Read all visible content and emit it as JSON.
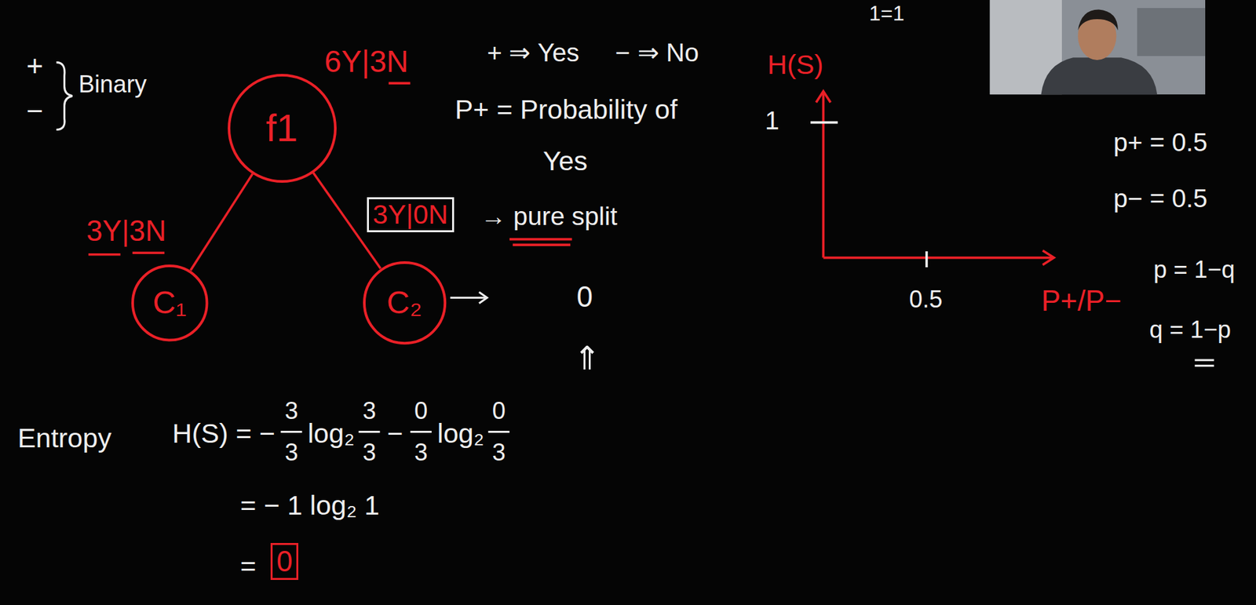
{
  "diagram": {
    "nodes": [
      {
        "text": [
          "f1"
        ]
      },
      {
        "text": [
          "C₁"
        ]
      },
      {
        "text": [
          "C₂"
        ]
      }
    ],
    "edges": [
      {
        "from": 0,
        "to": 1,
        "arrow": "none"
      },
      {
        "from": 0,
        "to": 2,
        "arrow": "none"
      }
    ],
    "labels": [
      "1=1",
      "+",
      "−",
      "Binary",
      "6Y|3N",
      "+ ⇒ Yes",
      "− ⇒ No",
      "P+ = Probability of",
      "Yes",
      "3Y|3N",
      "3Y|0N",
      "→ pure split",
      "0",
      "⇑",
      "Entropy",
      "H(S) = −",
      "3",
      "3",
      "log₂",
      "3",
      "3",
      "−",
      "0",
      "3",
      "log₂",
      "0",
      "3",
      "= − 1 log₂ 1",
      "=",
      "0",
      "H(S)",
      "1",
      "0.5",
      "P+/P−",
      "p+ = 0.5",
      "p− = 0.5",
      "p = 1−q",
      "q = 1−p"
    ]
  }
}
